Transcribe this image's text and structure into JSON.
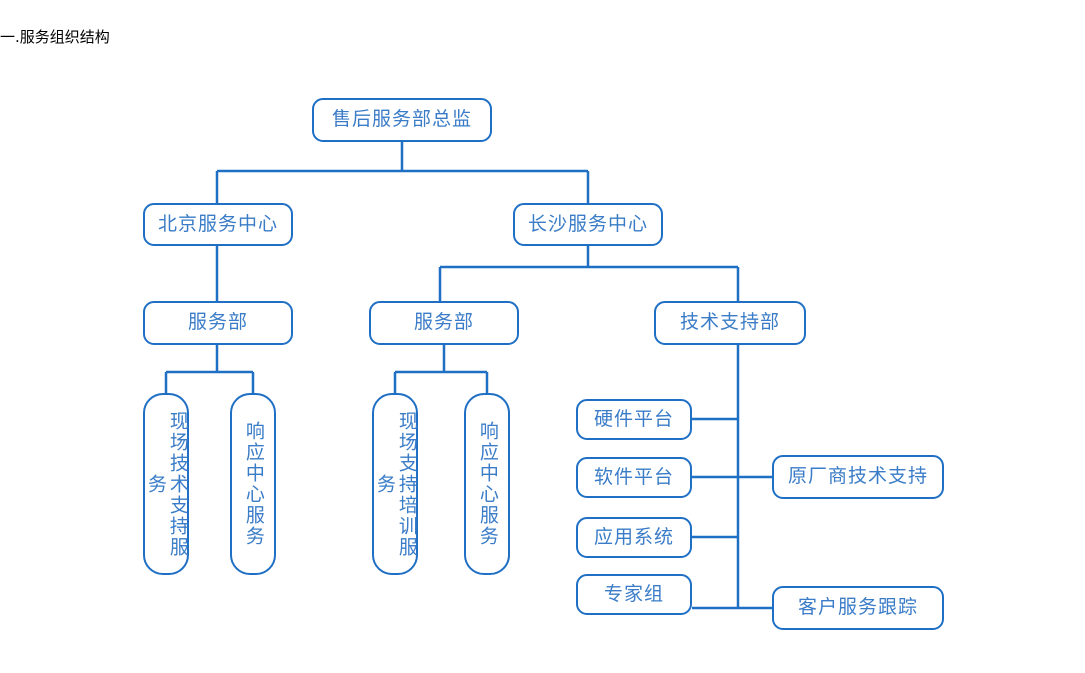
{
  "document": {
    "title": "一.服务组织结构"
  },
  "theme": {
    "border_color": "#1f6fc4",
    "text_color": "#3a7cc7",
    "connector_color": "#1f6fc4",
    "background": "#ffffff",
    "title_color": "#000000"
  },
  "chart_data": {
    "type": "diagram",
    "diagram_kind": "org-chart",
    "title": "一.服务组织结构",
    "orientation": "top-down",
    "nodes": [
      {
        "id": "director",
        "label": "售后服务部总监",
        "level": 0,
        "orientation": "horizontal"
      },
      {
        "id": "bj-center",
        "label": "北京服务中心",
        "level": 1,
        "orientation": "horizontal"
      },
      {
        "id": "cs-center",
        "label": "长沙服务中心",
        "level": 1,
        "orientation": "horizontal"
      },
      {
        "id": "bj-service",
        "label": "服务部",
        "level": 2,
        "orientation": "horizontal"
      },
      {
        "id": "cs-service",
        "label": "服务部",
        "level": 2,
        "orientation": "horizontal"
      },
      {
        "id": "cs-techsupport",
        "label": "技术支持部",
        "level": 2,
        "orientation": "horizontal"
      },
      {
        "id": "bj-onsite",
        "label": "现场技术支持服务",
        "level": 3,
        "orientation": "vertical"
      },
      {
        "id": "bj-response",
        "label": "响应中心服务",
        "level": 3,
        "orientation": "vertical"
      },
      {
        "id": "cs-onsite",
        "label": "现场支持培训服务",
        "level": 3,
        "orientation": "vertical"
      },
      {
        "id": "cs-response",
        "label": "响应中心服务",
        "level": 3,
        "orientation": "vertical"
      },
      {
        "id": "hardware",
        "label": "硬件平台",
        "level": 3,
        "orientation": "horizontal"
      },
      {
        "id": "software",
        "label": "软件平台",
        "level": 3,
        "orientation": "horizontal"
      },
      {
        "id": "application",
        "label": "应用系统",
        "level": 3,
        "orientation": "horizontal"
      },
      {
        "id": "experts",
        "label": "专家组",
        "level": 3,
        "orientation": "horizontal"
      },
      {
        "id": "oem-support",
        "label": "原厂商技术支持",
        "level": 3,
        "orientation": "horizontal"
      },
      {
        "id": "cs-tracking",
        "label": "客户服务跟踪",
        "level": 3,
        "orientation": "horizontal"
      }
    ],
    "edges": [
      {
        "from": "director",
        "to": "bj-center"
      },
      {
        "from": "director",
        "to": "cs-center"
      },
      {
        "from": "bj-center",
        "to": "bj-service"
      },
      {
        "from": "cs-center",
        "to": "cs-service"
      },
      {
        "from": "cs-center",
        "to": "cs-techsupport"
      },
      {
        "from": "bj-service",
        "to": "bj-onsite"
      },
      {
        "from": "bj-service",
        "to": "bj-response"
      },
      {
        "from": "cs-service",
        "to": "cs-onsite"
      },
      {
        "from": "cs-service",
        "to": "cs-response"
      },
      {
        "from": "cs-techsupport",
        "to": "hardware"
      },
      {
        "from": "cs-techsupport",
        "to": "software"
      },
      {
        "from": "cs-techsupport",
        "to": "application"
      },
      {
        "from": "cs-techsupport",
        "to": "experts"
      },
      {
        "from": "cs-techsupport",
        "to": "oem-support"
      },
      {
        "from": "cs-techsupport",
        "to": "cs-tracking"
      }
    ]
  }
}
